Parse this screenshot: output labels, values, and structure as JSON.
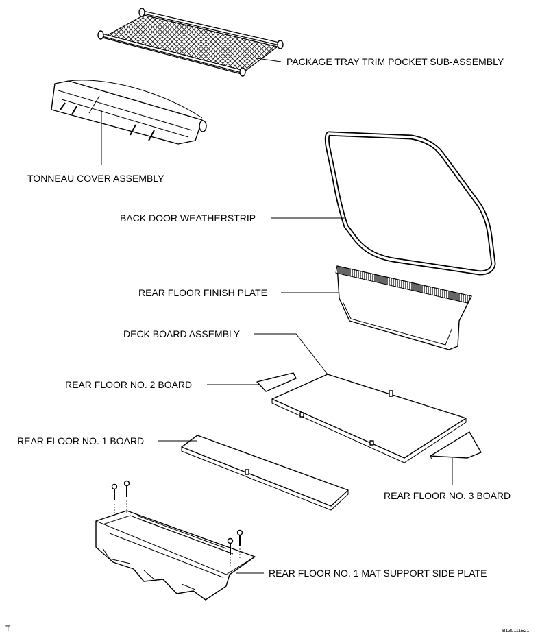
{
  "labels": {
    "package_tray": "PACKAGE TRAY TRIM POCKET SUB-ASSEMBLY",
    "tonneau_cover": "TONNEAU COVER ASSEMBLY",
    "back_door_weatherstrip": "BACK DOOR WEATHERSTRIP",
    "rear_floor_finish_plate": "REAR FLOOR FINISH PLATE",
    "deck_board": "DECK BOARD ASSEMBLY",
    "rear_floor_no2": "REAR FLOOR NO. 2 BOARD",
    "rear_floor_no1": "REAR FLOOR NO. 1 BOARD",
    "rear_floor_no3": "REAR FLOOR NO. 3 BOARD",
    "mat_support": "REAR FLOOR NO. 1 MAT SUPPORT SIDE PLATE"
  },
  "corner_left": "T",
  "figure_code": "B130111E21"
}
